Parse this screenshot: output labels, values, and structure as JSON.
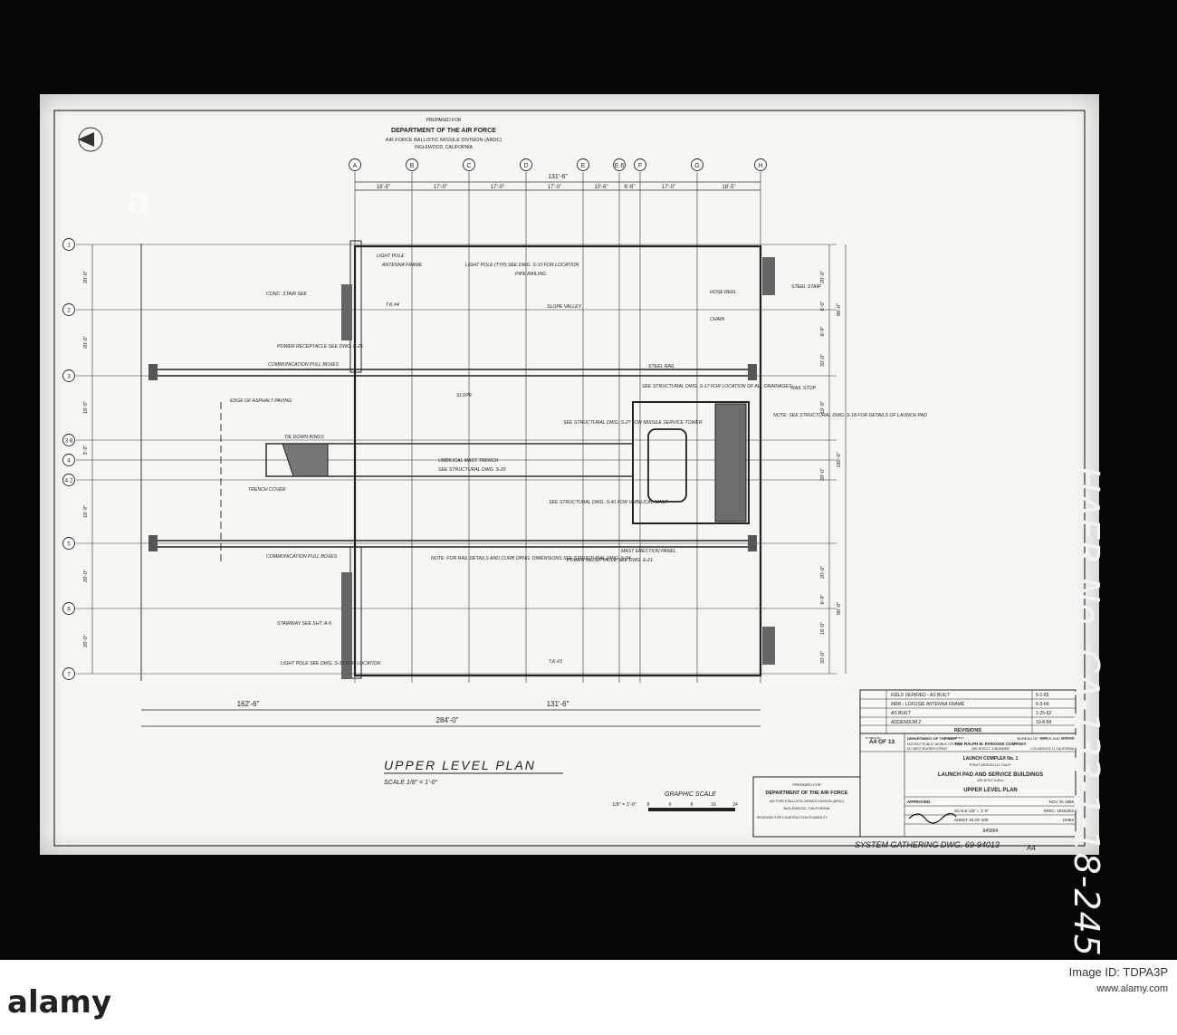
{
  "header": {
    "prepared_for": "PREPARED FOR",
    "department": "DEPARTMENT OF THE AIR FORCE",
    "division": "AIR FORCE BALLISTIC MISSILE DIVISION (ARDC)",
    "location": "INGLEWOOD, CALIFORNIA"
  },
  "grid": {
    "columns": [
      "A",
      "B",
      "C",
      "D",
      "E",
      "E.6",
      "F",
      "G",
      "H"
    ],
    "rows": [
      "1",
      "2",
      "3",
      "3.8",
      "4",
      "4.2",
      "5",
      "6",
      "7"
    ],
    "top_dimensions": [
      "18'-5\"",
      "17'-0\"",
      "17'-0\"",
      "17'-0\"",
      "10'-6\"",
      "6'-6\"",
      "17'-0\"",
      "18'-5\""
    ],
    "top_total": "131'-6\"",
    "left_dimensions": [
      "20'-0\"",
      "20'-0\"",
      "18'-9\"",
      "3'-9\"",
      "18'-9\"",
      "20'-0\"",
      "20'-0\""
    ],
    "right_dimensions": [
      "20'-0\"",
      "8'-0\"",
      "8'-9\"",
      "20'-0\"",
      "18'-9\"",
      "28'-0\"",
      "20'-0\"",
      "8'-9\"",
      "16'-0\"",
      "20'-0\""
    ],
    "right_totals": [
      "88'-0\"",
      "180'-0\"",
      "88'-0\""
    ]
  },
  "bottom_dimensions": {
    "left": "162'-6\"",
    "right": "131'-6\"",
    "total": "284'-0\""
  },
  "annotations": [
    "LIGHT POLE",
    "ANTENNA FRAME",
    "LIGHT POLE (TYP) SEE DWG. S-10 FOR LOCATION",
    "PIPE RAILING",
    "CONC. STAIR SEE",
    "T.K.#4",
    "SLOPE VALLEY",
    "STEEL STAIR",
    "HOSE REEL",
    "CHAIN",
    "POWER RECEPTACLE SEE DWG. E-21",
    "COMMUNICATION PULL BOXES",
    "STEEL RAIL",
    "RAIL STOP",
    "SEE STRUCTURAL DWG. S-17 FOR LOCATION OF ALL DRAINAGES",
    "EDGE OF ASPHALT PAVING",
    "SEE STRUCTURAL DWG. S-2? FOR MISSILE SERVICE TOWER",
    "NOTE: SEE STRUCTURAL DWG. S-18 FOR DETAILS OF LAUNCH PAD",
    "TIE DOWN RINGS",
    "UMBILICAL MAST TRENCH",
    "SEE STRUCTURAL DWG. S-20",
    "TRENCH COVER",
    "SEE STRUCTURAL DWG. S-41 FOR UMBILICAL MAST",
    "COMMUNICATION PULL BOXES",
    "POWER RECEPTACLE SEE DWG. E-21",
    "MAST ERECTION PANEL",
    "NOTE: FOR RAIL DETAILS AND CURB OPNG. DIMENSIONS SEE STRUCTURAL DWG. S-34",
    "STAIRWAY SEE SHT. A-5",
    "LIGHT POLE SEE DWG. S-10 FOR LOCATION",
    "T.K.#3",
    "SLOPE"
  ],
  "title": {
    "main": "UPPER LEVEL PLAN",
    "scale": "SCALE 1/8\" = 1'-0\""
  },
  "graphic_scale": {
    "label": "GRAPHIC SCALE",
    "scale_note": "1/8\" = 1'-0\"",
    "ticks": [
      "8",
      "0",
      "8",
      "16",
      "24"
    ]
  },
  "title_block_left": {
    "prepared_for": "PREPARED FOR",
    "department": "DEPARTMENT OF THE AIR FORCE",
    "division": "AIR FORCE BALLISTIC MISSILE DIVISION (ARDC)",
    "location": "INGLEWOOD, CALIFORNIA",
    "reviewed": "REVIEWED FOR CONSTRUCTION FEASIBILITY"
  },
  "revisions": {
    "heading": "REVISIONS",
    "columns": [
      "SYMBOL",
      "BY",
      "DESCRIPTION",
      "DATE",
      "APPROVAL"
    ],
    "rows": [
      {
        "desc": "FIELD VERIFIED - AS BUILT",
        "date": "5-1-65"
      },
      {
        "desc": "MRR - LOFOSIE ANTENNA FRAME",
        "date": "6-3-64"
      },
      {
        "desc": "AS BUILT",
        "date": "1-25-62"
      },
      {
        "desc": "ADDENDUM 2",
        "date": "10-8-58"
      }
    ]
  },
  "title_block": {
    "sheet": "A4 OF 13",
    "navy": "DEPARTMENT OF THE NAVY",
    "bureau": "BUREAU OF YARDS AND DOCKS",
    "district": "DISTRICT PUBLIC WORKS OFFICE",
    "firm": "THE RALPH M. PARSONS COMPANY",
    "firm_role": "ARCHITECT - ENGINEER",
    "address": "617 WEST SEVENTH STREET",
    "city": "LOS ANGELES 17, CALIFORNIA",
    "project": "LAUNCH COMPLEX No. 1",
    "project_location": "POINT ARGUELLO, CALIF.",
    "building": "LAUNCH PAD AND SERVICE BUILDINGS",
    "discipline": "ARCHITECTURAL",
    "sheet_title": "UPPER LEVEL PLAN",
    "approved": "APPROVED",
    "date": "NOV 20 1958",
    "scale": "SCALE 1/8\" = 1'-0\"",
    "spec": "SPEC. 19453/53",
    "sheet_num": "SHEET 45 OF 205",
    "drawing_no": "19453",
    "ydno": "845894"
  },
  "system_gathering": "SYSTEM GATHERING DWG. 69-94013",
  "sheet_mark": "A4",
  "haer_label": "HAER No. CA-133-1-18-245",
  "footer": {
    "watermark": "alamy",
    "image_id": "Image ID: TDPA3P",
    "site": "www.alamy.com"
  }
}
